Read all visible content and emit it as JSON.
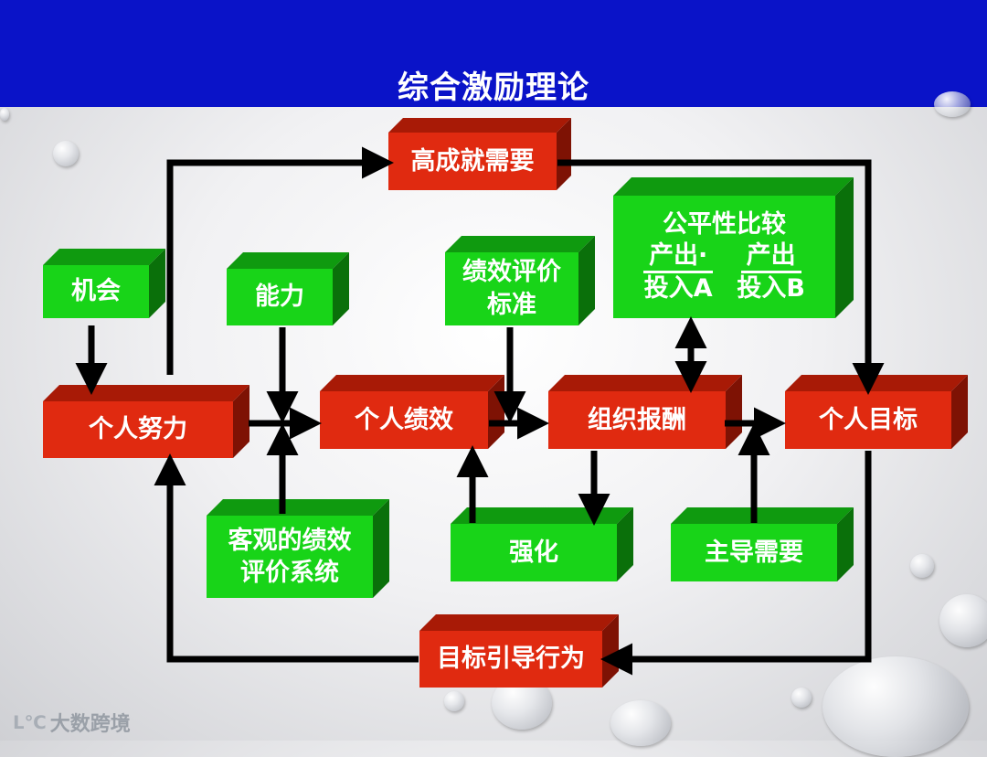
{
  "title": "综合激励理论",
  "nodes": {
    "high_achievement": "高成就需要",
    "opportunity": "机会",
    "ability": "能力",
    "criteria_line1": "绩效评价",
    "criteria_line2": "标准",
    "equity_title": "公平性比较",
    "equity_num_a": "产出·",
    "equity_den_a": "投入A",
    "equity_num_b": "产出",
    "equity_den_b": "投入B",
    "personal_effort": "个人努力",
    "personal_performance": "个人绩效",
    "org_reward": "组织报酬",
    "personal_goal": "个人目标",
    "objective_line1": "客观的绩效",
    "objective_line2": "评价系统",
    "reinforcement": "强化",
    "dominant_need": "主导需要",
    "goal_guided": "目标引导行为"
  },
  "colors": {
    "title_bar": "#0a13c8",
    "red_box": "#e02a10",
    "green_box": "#18d418",
    "arrow": "#000000"
  },
  "watermark": {
    "logo": "ᒪ℃",
    "text": "大数跨境"
  }
}
